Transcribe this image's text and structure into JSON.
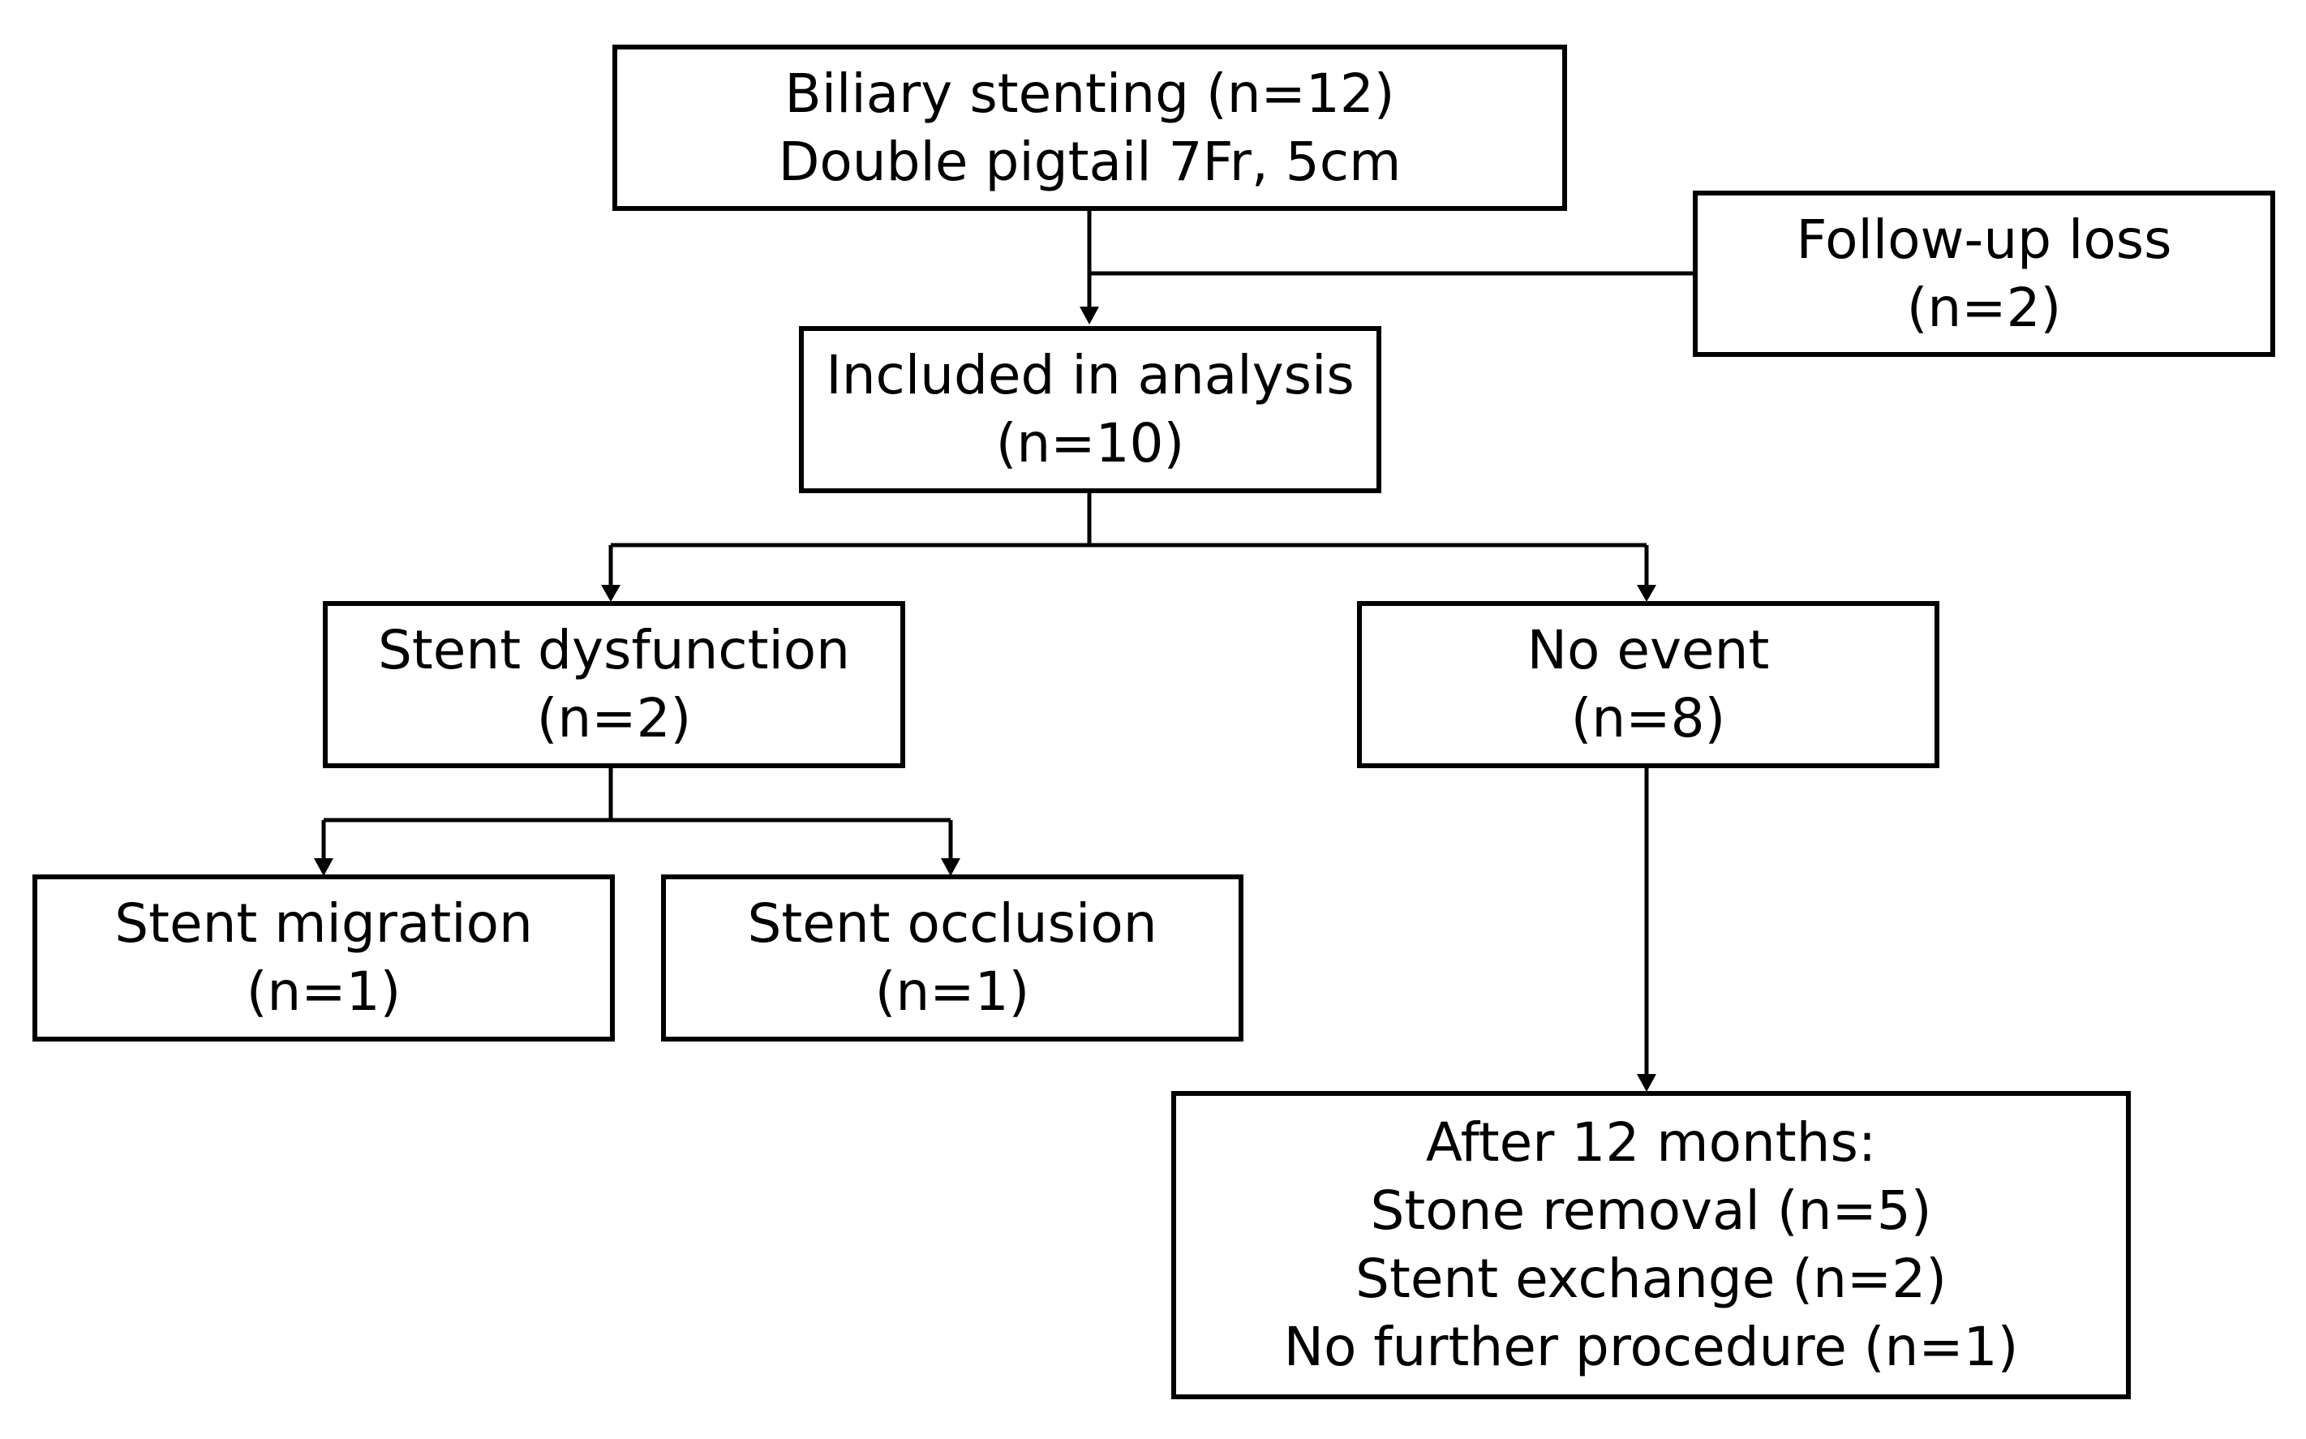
{
  "nodes": {
    "biliary_stenting": {
      "lines": [
        "Biliary stenting (n=12)",
        "Double pigtail 7Fr, 5cm"
      ]
    },
    "follow_up_loss": {
      "lines": [
        "Follow-up loss",
        "(n=2)"
      ]
    },
    "included_in_analysis": {
      "lines": [
        "Included in analysis",
        "(n=10)"
      ]
    },
    "stent_dysfunction": {
      "lines": [
        "Stent dysfunction",
        "(n=2)"
      ]
    },
    "no_event": {
      "lines": [
        "No event",
        "(n=8)"
      ]
    },
    "stent_migration": {
      "lines": [
        "Stent migration",
        "(n=1)"
      ]
    },
    "stent_occlusion": {
      "lines": [
        "Stent occlusion",
        "(n=1)"
      ]
    },
    "after_12_months": {
      "lines": [
        "After 12 months:",
        "Stone removal (n=5)",
        "Stent exchange (n=2)",
        "No further procedure (n=1)"
      ]
    }
  },
  "edges": [
    {
      "from": "biliary_stenting",
      "to": "included_in_analysis"
    },
    {
      "from": "biliary_stenting",
      "to": "follow_up_loss"
    },
    {
      "from": "included_in_analysis",
      "to": "stent_dysfunction"
    },
    {
      "from": "included_in_analysis",
      "to": "no_event"
    },
    {
      "from": "stent_dysfunction",
      "to": "stent_migration"
    },
    {
      "from": "stent_dysfunction",
      "to": "stent_occlusion"
    },
    {
      "from": "no_event",
      "to": "after_12_months"
    }
  ],
  "colors": {
    "stroke": "#000000",
    "background": "#ffffff"
  }
}
